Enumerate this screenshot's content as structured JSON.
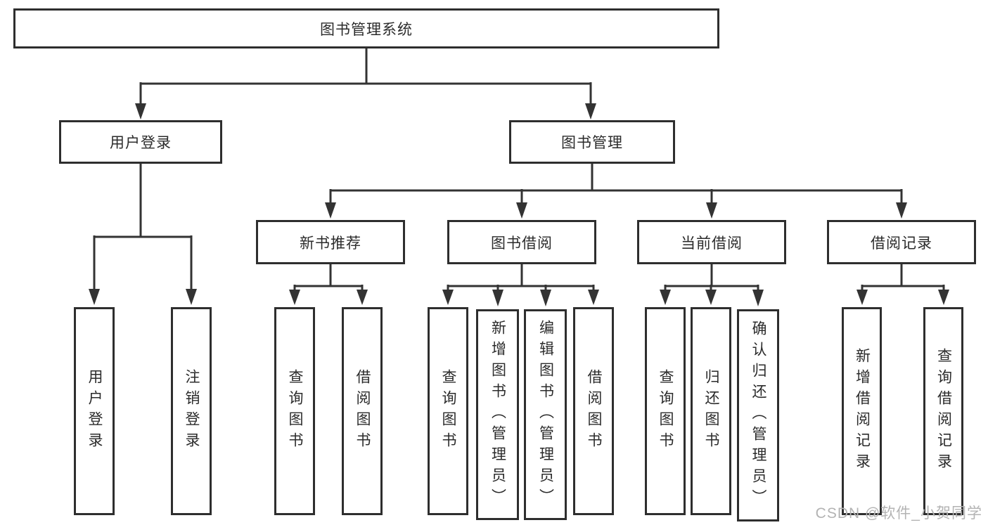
{
  "colors": {
    "line": "#333333",
    "box_border": "#2e2e2e",
    "text": "#2b2b2b",
    "watermark": "#b3b3b3",
    "background": "#ffffff"
  },
  "tree": {
    "root": {
      "label": "图书管理系统"
    },
    "branches": [
      {
        "label": "用户登录",
        "children": [
          {
            "label": "用户登录"
          },
          {
            "label": "注销登录"
          }
        ]
      },
      {
        "label": "图书管理",
        "children": [
          {
            "label": "新书推荐",
            "children": [
              {
                "label": "查询图书"
              },
              {
                "label": "借阅图书"
              }
            ]
          },
          {
            "label": "图书借阅",
            "children": [
              {
                "label": "查询图书"
              },
              {
                "label": "新增图书（管理员）"
              },
              {
                "label": "编辑图书（管理员）"
              },
              {
                "label": "借阅图书"
              }
            ]
          },
          {
            "label": "当前借阅",
            "children": [
              {
                "label": "查询图书"
              },
              {
                "label": "归还图书"
              },
              {
                "label": "确认归还（管理员）"
              }
            ]
          },
          {
            "label": "借阅记录",
            "children": [
              {
                "label": "新增借阅记录"
              },
              {
                "label": "查询借阅记录"
              }
            ]
          }
        ]
      }
    ]
  },
  "watermark": {
    "text": "CSDN @软件_小贺同学"
  }
}
